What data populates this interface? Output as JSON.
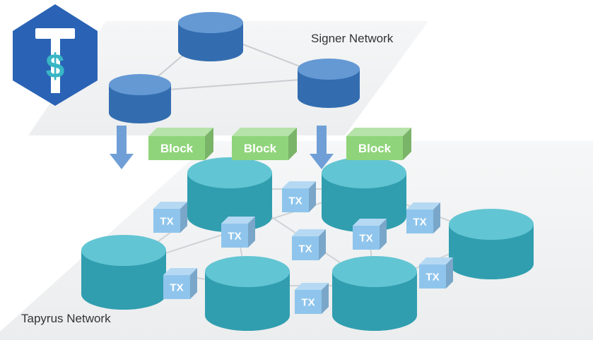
{
  "diagram": {
    "signer_label": "Signer Network",
    "tapyrus_label": "Tapyrus Network",
    "block_label": "Block",
    "tx_label": "TX",
    "logo_letters": "T$"
  },
  "colors": {
    "signer_node": "#3a7cc8",
    "tapyrus_node": "#36b4c7",
    "block": "#8fd47a",
    "tx": "#8fc5ec",
    "arrow": "#6f9fd6",
    "logo": "#2a63b5",
    "logo_accent": "#38b6c5",
    "plane": "#f1f3f4"
  }
}
